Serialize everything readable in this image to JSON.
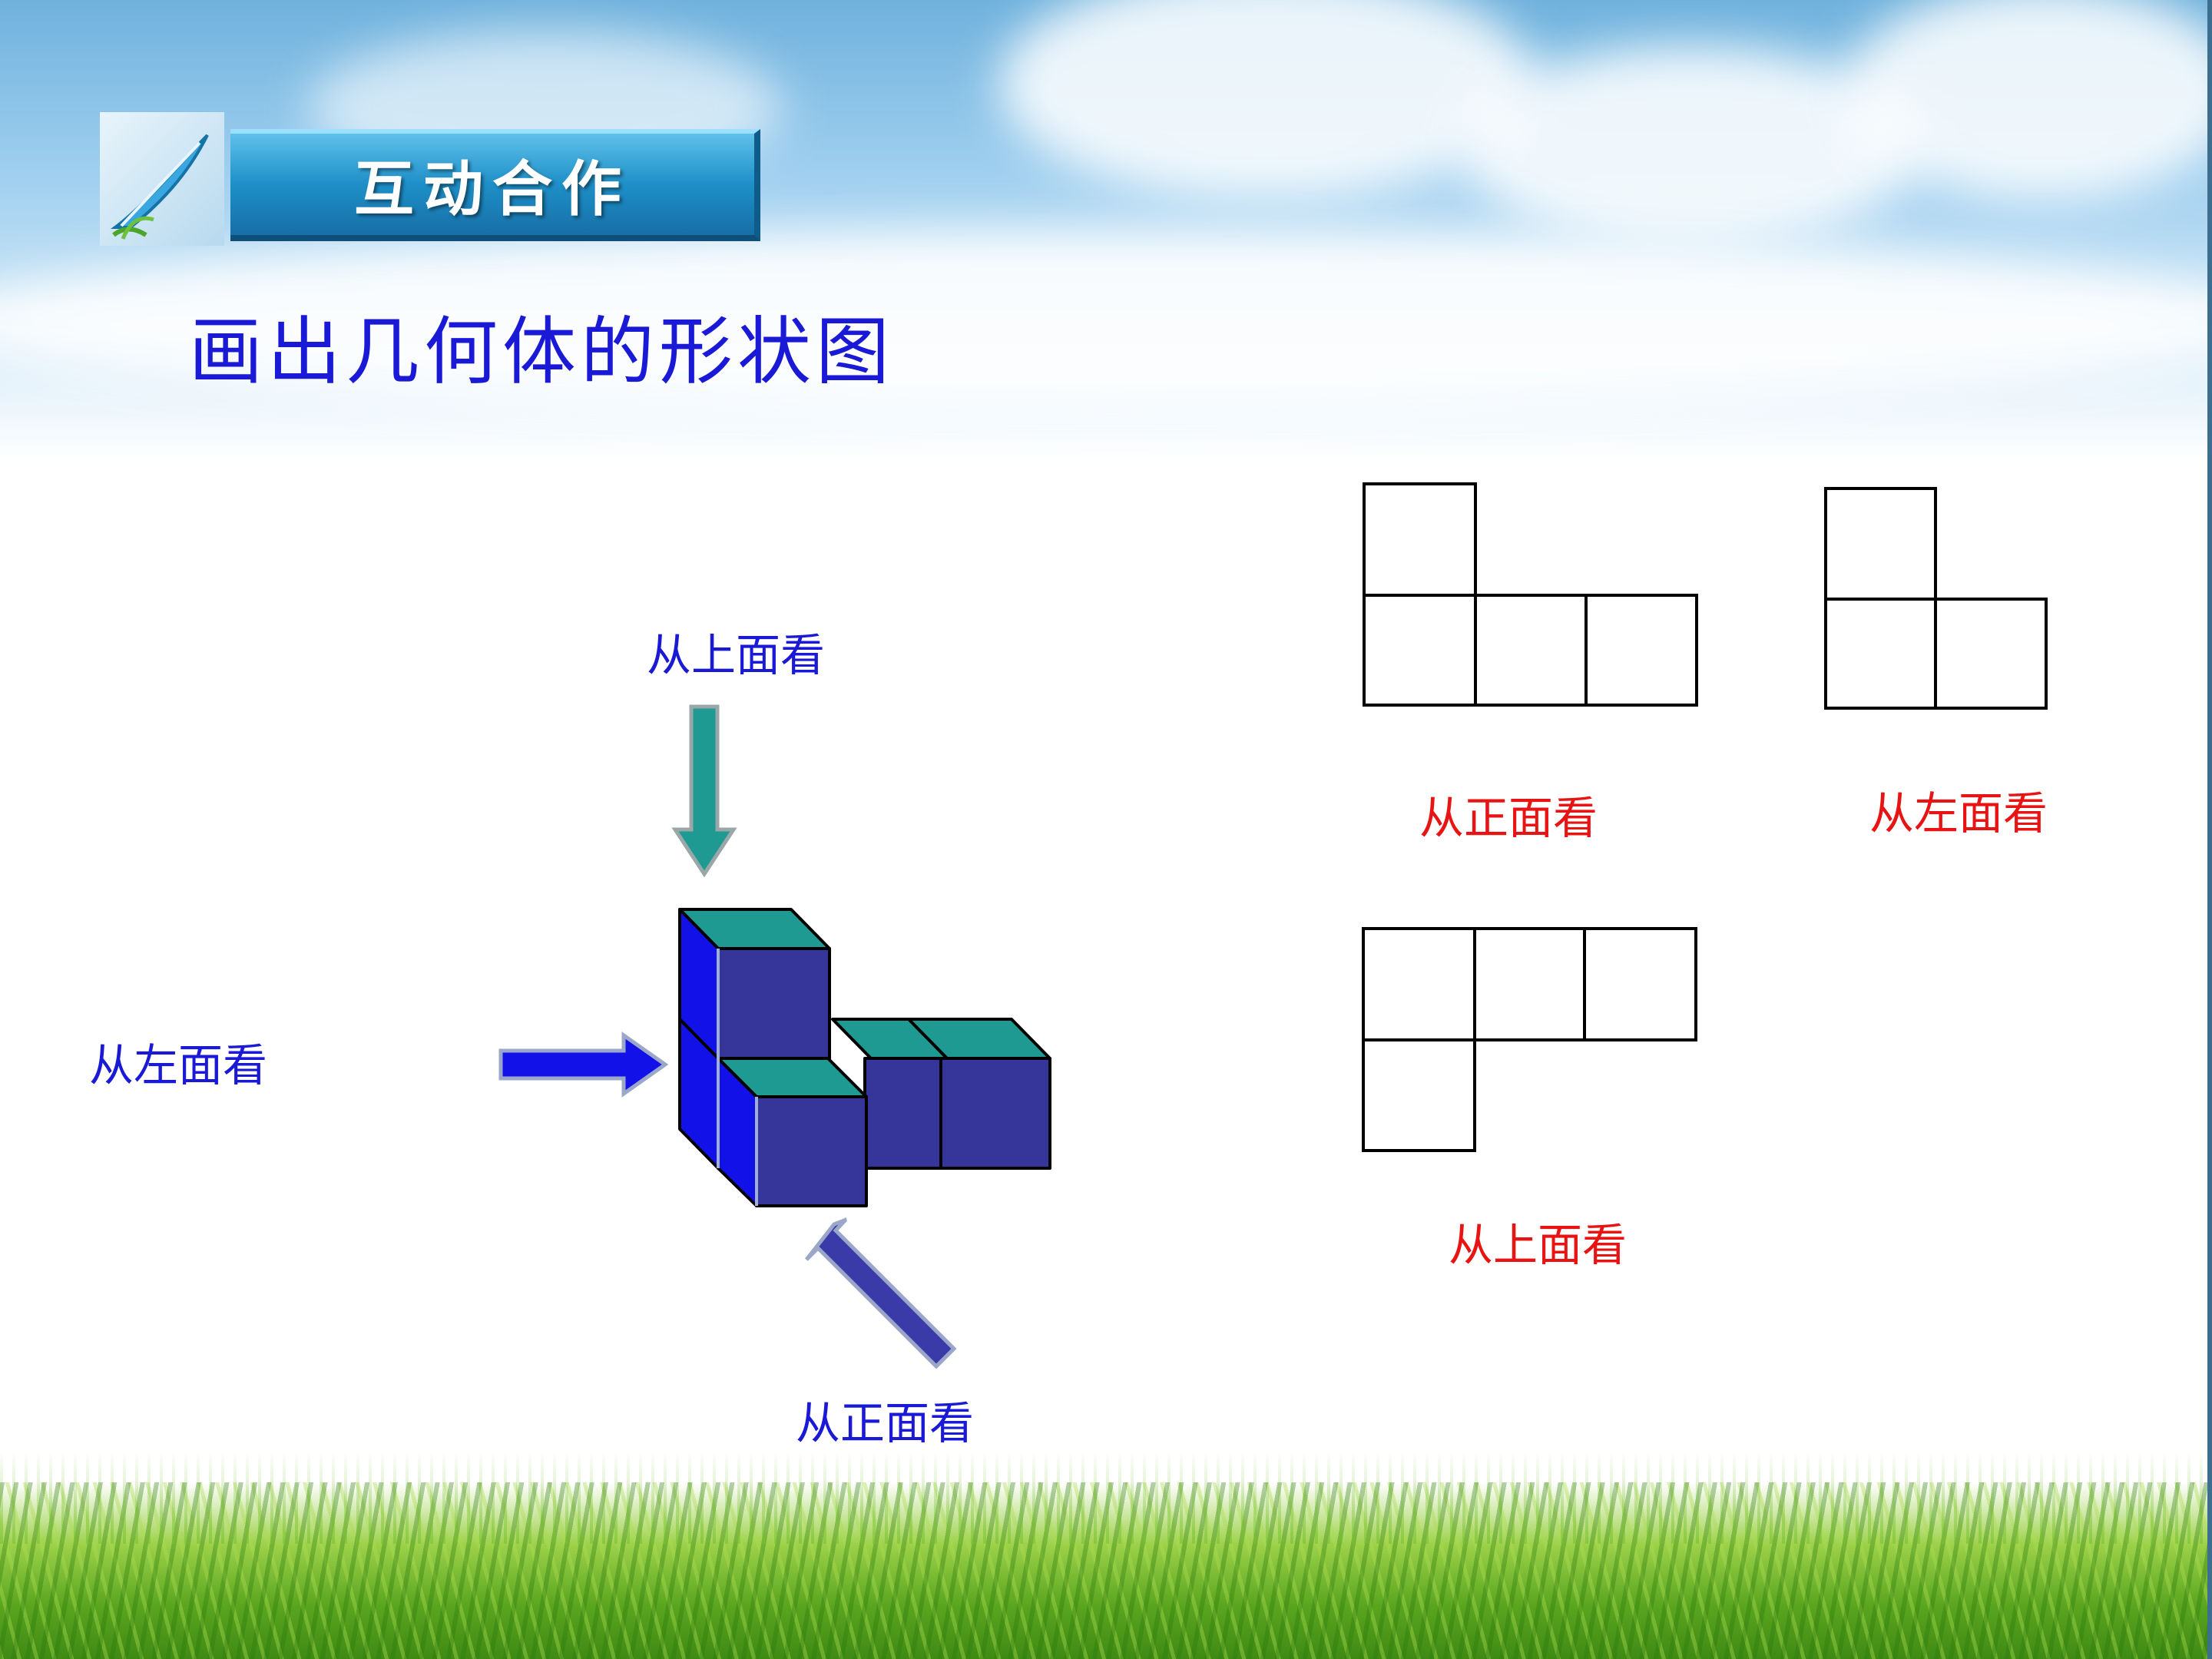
{
  "header": {
    "badge_label": "互动合作",
    "icon": "feather-pen-icon"
  },
  "title": "画出几何体的形状图",
  "diagram": {
    "label_top": "从上面看",
    "label_left": "从左面看",
    "label_front": "从正面看"
  },
  "views": {
    "front": "从正面看",
    "left": "从左面看",
    "top": "从上面看"
  },
  "colors": {
    "cube_front": "#35359a",
    "cube_top": "#1f9a93",
    "cube_side": "#1212e8",
    "arrow_top": "#1f9a93",
    "arrow_left": "#1212e8",
    "arrow_front": "#3a3aa8",
    "label_blue": "#1a1ad6",
    "label_red": "#e81414"
  }
}
